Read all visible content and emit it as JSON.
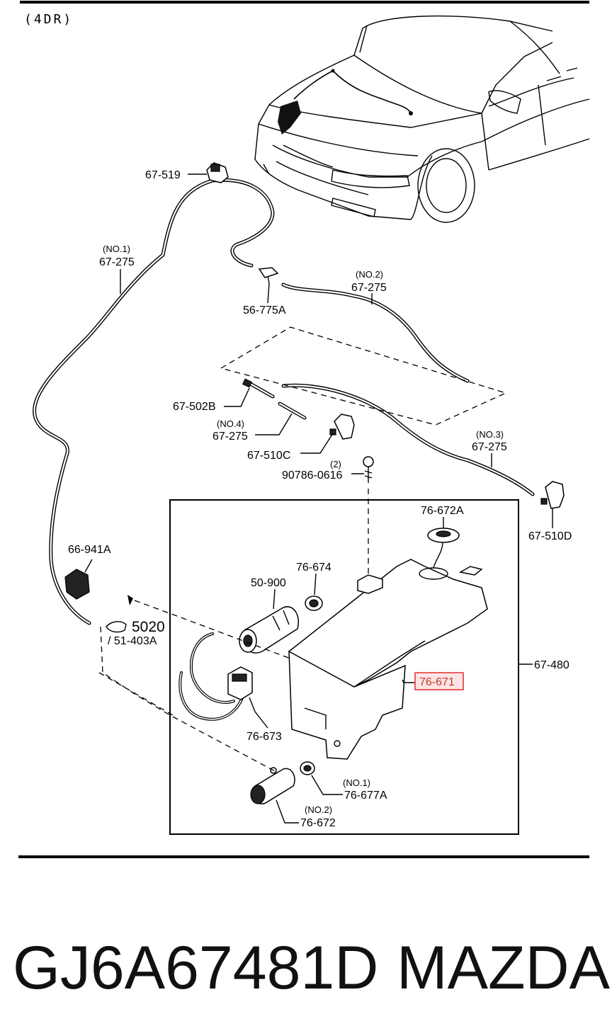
{
  "variant": "(4DR)",
  "labels": {
    "nozzle_67_519": "67-519",
    "hose_no1_tag": "(NO.1)",
    "hose_no1_num": "67-275",
    "joint_56_775A": "56-775A",
    "hose_no2_tag": "(NO.2)",
    "hose_no2_num": "67-275",
    "joint_67_502B": "67-502B",
    "hose_no4_tag": "(NO.4)",
    "hose_no4_num": "67-275",
    "nozzle_67_510C": "67-510C",
    "screw_qty": "(2)",
    "screw_90786": "90786-0616",
    "hose_no3_tag": "(NO.3)",
    "hose_no3_num": "67-275",
    "nozzle_67_510D": "67-510D",
    "cap_76_672A": "76-672A",
    "clip_66_941A": "66-941A",
    "grommet_76_674": "76-674",
    "pump_50_900": "50-900",
    "ref_5020": "5020",
    "ref_51_403A": "/ 51-403A",
    "tank_67_480": "67-480",
    "tank_76_671": "76-671",
    "connector_76_673": "76-673",
    "grommet_no1_tag": "(NO.1)",
    "grommet_no1_num": "76-677A",
    "pump_no2_tag": "(NO.2)",
    "pump_no2_num": "76-672"
  },
  "highlight_color": "#e53935",
  "footer": {
    "part_number": "GJ6A67481D",
    "brand": "MAZDA"
  }
}
